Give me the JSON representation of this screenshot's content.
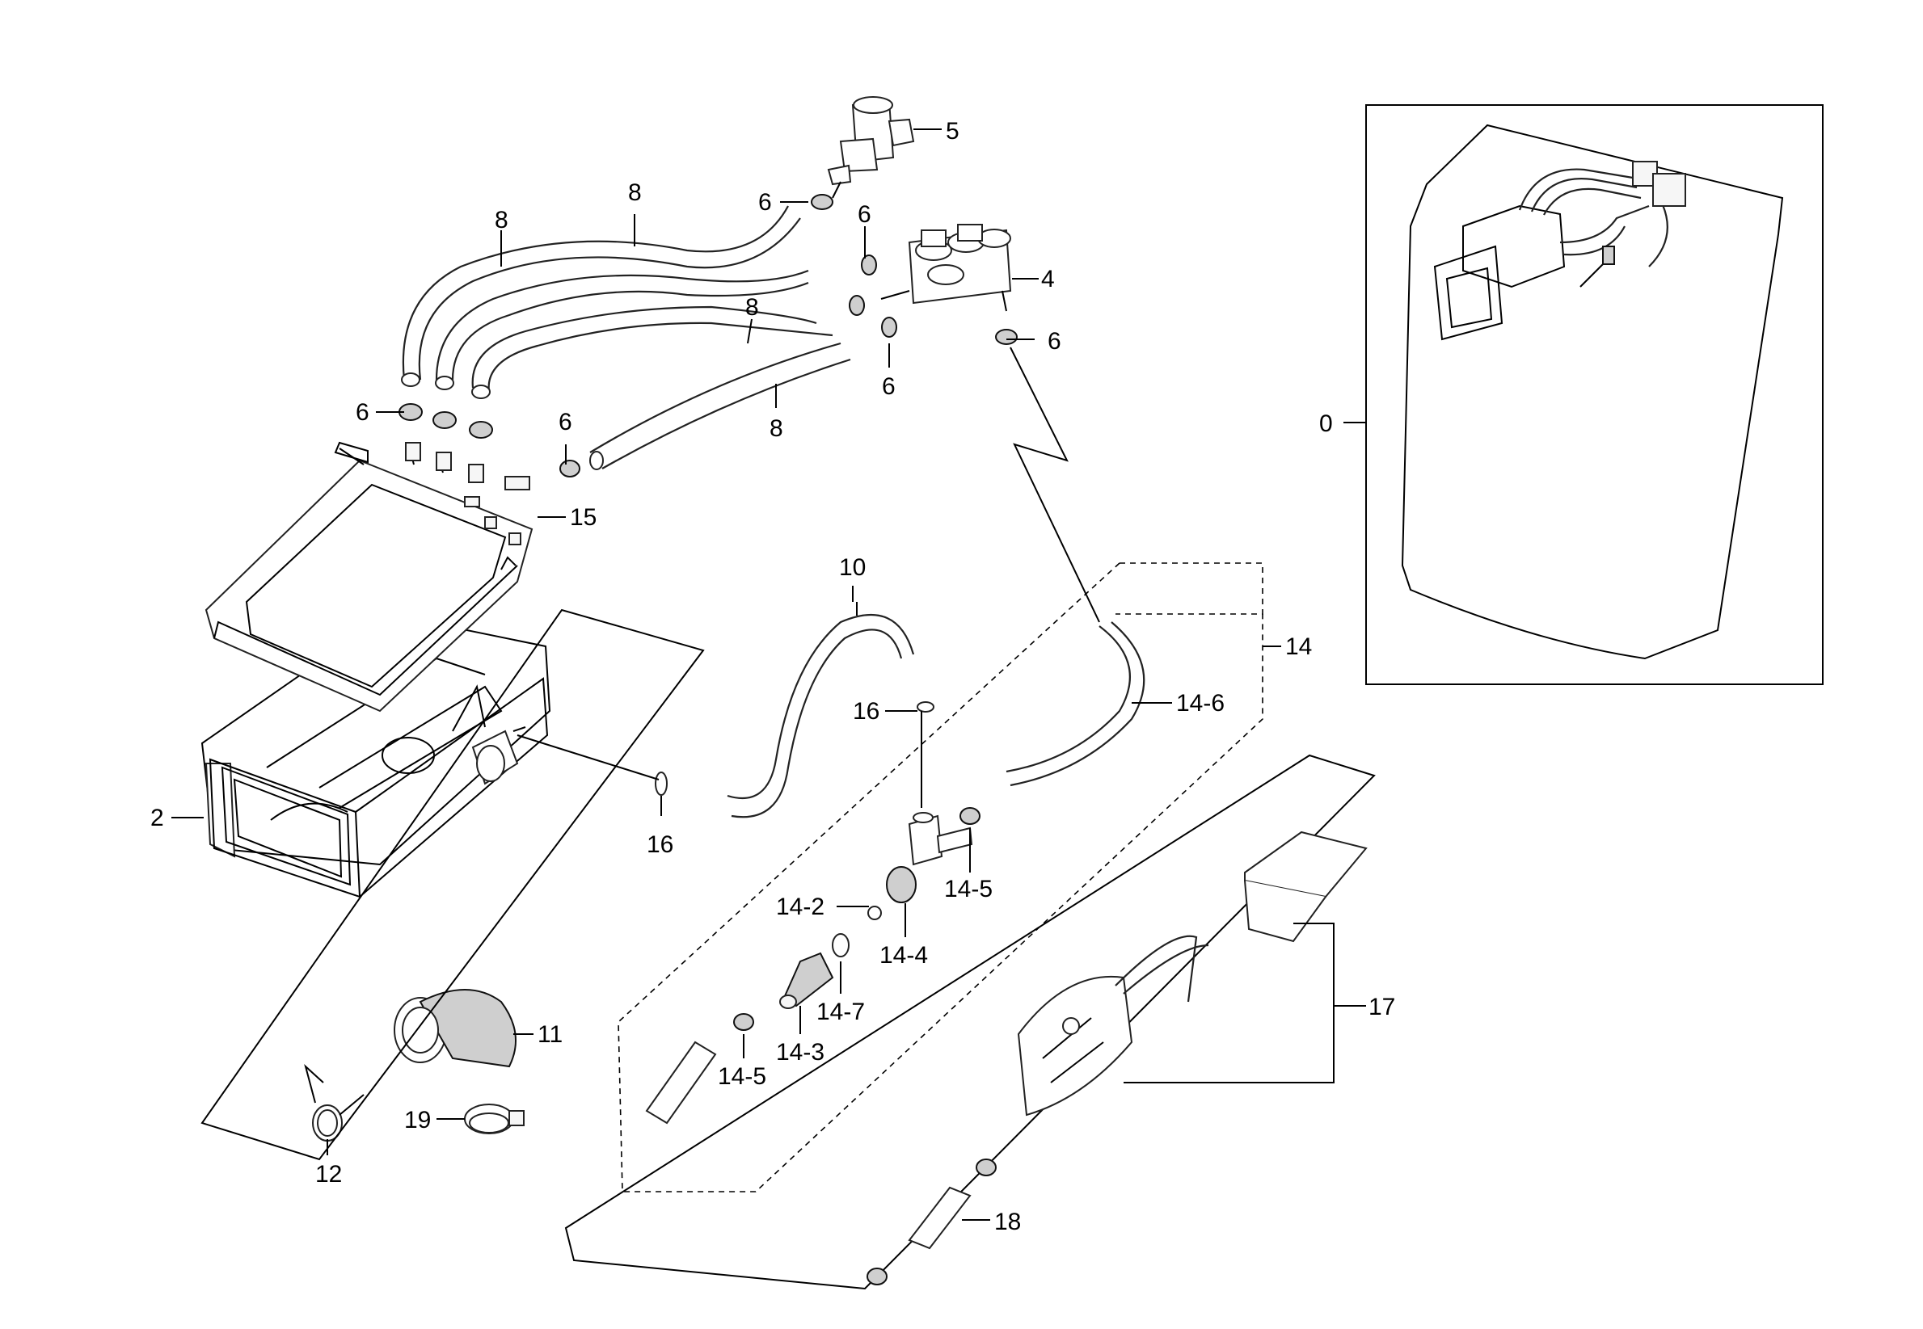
{
  "callouts": {
    "c0": "0",
    "c2": "2",
    "c4": "4",
    "c5": "5",
    "c6a": "6",
    "c6b": "6",
    "c6c": "6",
    "c6d": "6",
    "c6e": "6",
    "c8a": "8",
    "c8b": "8",
    "c8c": "8",
    "c8d": "8",
    "c10": "10",
    "c11": "11",
    "c12": "12",
    "c14": "14",
    "c14_2": "14-2",
    "c14_3": "14-3",
    "c14_4": "14-4",
    "c14_5a": "14-5",
    "c14_5b": "14-5",
    "c14_6": "14-6",
    "c14_7": "14-7",
    "c15": "15",
    "c16a": "16",
    "c16b": "16",
    "c17": "17",
    "c18": "18",
    "c19": "19"
  }
}
